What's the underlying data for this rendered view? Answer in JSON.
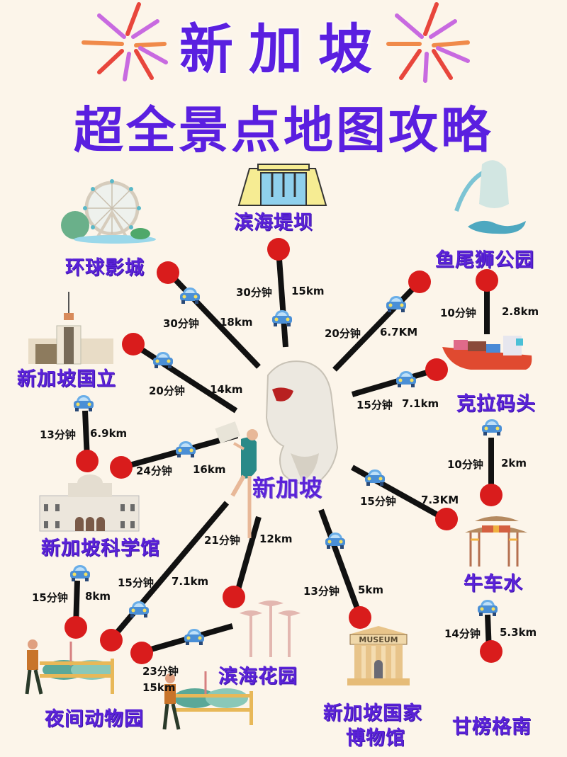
{
  "header": {
    "title_line1": "新加坡",
    "title_line2": "超全景点地图攻略",
    "title_color": "#5a1fe0",
    "fireworks_colors": [
      "#e8463c",
      "#c86ae0",
      "#f08a4a"
    ]
  },
  "center": {
    "label": "新加坡",
    "icon": "merlion-statue-icon",
    "figure": "tourist-woman-with-map"
  },
  "colors": {
    "background": "#fcf5ea",
    "pin": "#d91c1c",
    "line": "#111111",
    "place_label": "#5a22d8",
    "car": "#4a8fd6"
  },
  "attractions": [
    {
      "name": "滨海堤坝",
      "time": "30分钟",
      "distance": "15km",
      "icon": "dam-icon"
    },
    {
      "name": "环球影城",
      "time": "30分钟",
      "distance": "18km",
      "icon": "ferris-wheel-globe-icon"
    },
    {
      "name": "鱼尾狮公园",
      "time": "20分钟",
      "distance": "6.7KM",
      "icon": "merlion-fountain-icon"
    },
    {
      "name": "新加坡国立",
      "time": "20分钟",
      "distance": "14km",
      "icon": "university-building-icon"
    },
    {
      "name": "克拉码头",
      "time": "15分钟",
      "distance": "7.1km",
      "icon": "cargo-ship-icon"
    },
    {
      "name": "新加坡科学馆",
      "time": "24分钟",
      "distance": "16km",
      "icon": "science-centre-building-icon"
    },
    {
      "name": "牛车水",
      "time": "15分钟",
      "distance": "7.3KM",
      "icon": "chinatown-gate-icon"
    },
    {
      "name": "夜间动物园",
      "time": "15分钟",
      "distance": "7.1km",
      "icon": "zoo-ostrich-keeper-icon"
    },
    {
      "name": "滨海花园",
      "time": "21分钟",
      "distance": "12km",
      "icon": "supertree-icon"
    },
    {
      "name": "新加坡国家博物馆",
      "name_line1": "新加坡国家",
      "name_line2": "博物馆",
      "time": "13分钟",
      "distance": "5km",
      "icon": "museum-icon"
    },
    {
      "name": "甘榜格南",
      "icon": "none"
    }
  ],
  "links": [
    {
      "from": "鱼尾狮公园",
      "to": "克拉码头",
      "time": "10分钟",
      "distance": "2.8km"
    },
    {
      "from": "新加坡国立",
      "to": "新加坡科学馆",
      "time": "13分钟",
      "distance": "6.9km"
    },
    {
      "from": "牛车水",
      "to": "克拉码头",
      "time": "10分钟",
      "distance": "2km"
    },
    {
      "from": "新加坡科学馆",
      "to": "夜间动物园",
      "time": "15分钟",
      "distance": "8km"
    },
    {
      "from": "夜间动物园",
      "to": "滨海花园",
      "time": "23分钟",
      "distance": "15km"
    },
    {
      "from": "牛车水",
      "to": "甘榜格南",
      "time": "14分钟",
      "distance": "5.3km"
    }
  ],
  "museum_sign": "MUSEUM"
}
